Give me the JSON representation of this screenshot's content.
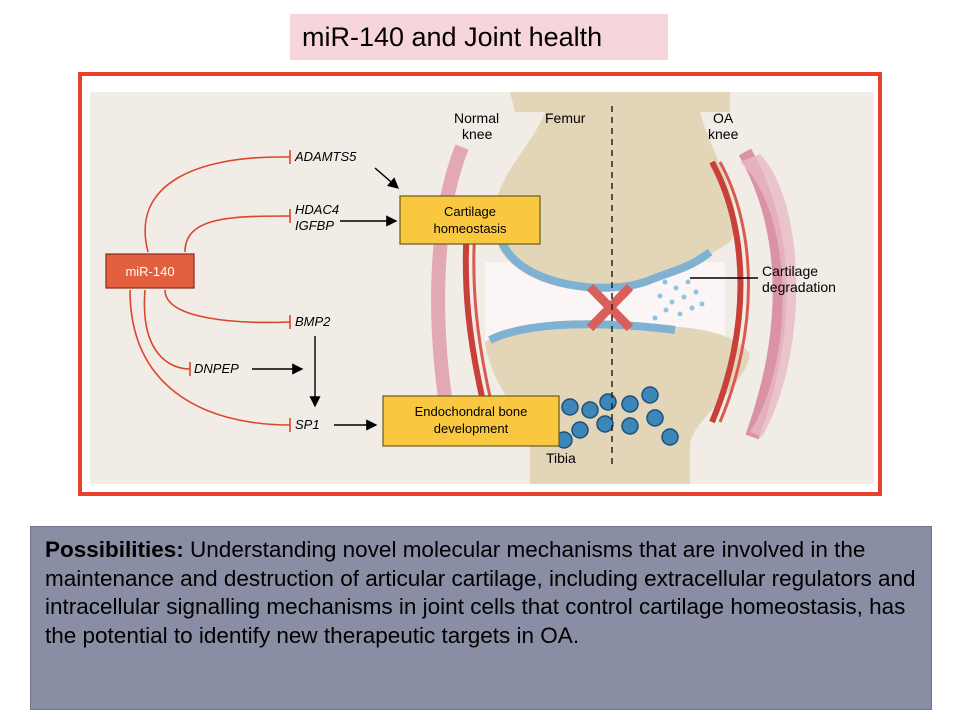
{
  "title": "miR-140 and Joint health",
  "diagram": {
    "mirna": "miR-140",
    "targets": {
      "adamts5": "ADAMTS5",
      "hdac4": "HDAC4",
      "igfbp": "IGFBP",
      "bmp2": "BMP2",
      "dnpep": "DNPEP",
      "sp1": "SP1"
    },
    "outcomes": {
      "cartilage_line1": "Cartilage",
      "cartilage_line2": "homeostasis",
      "bone_line1": "Endochondral bone",
      "bone_line2": "development"
    },
    "anatomy": {
      "normal_line1": "Normal",
      "normal_line2": "knee",
      "femur": "Femur",
      "oa_line1": "OA",
      "oa_line2": "knee",
      "degradation_line1": "Cartilage",
      "degradation_line2": "degradation",
      "tibia": "Tibia"
    }
  },
  "possibilities": {
    "label": "Possibilities:",
    "text": " Understanding novel molecular mechanisms that are involved in the maintenance and destruction of articular cartilage, including extracellular regulators and intracellular signalling mechanisms in joint cells that control cartilage homeostasis, has the potential to identify new therapeutic targets in OA."
  },
  "colors": {
    "frame": "#e8412f",
    "mirna_box": "#e2603d",
    "outcome_box": "#f9c840",
    "inhibit_line": "#d9472b",
    "title_bg": "#f6d6dc",
    "panel_bg": "#8a8ea4"
  }
}
